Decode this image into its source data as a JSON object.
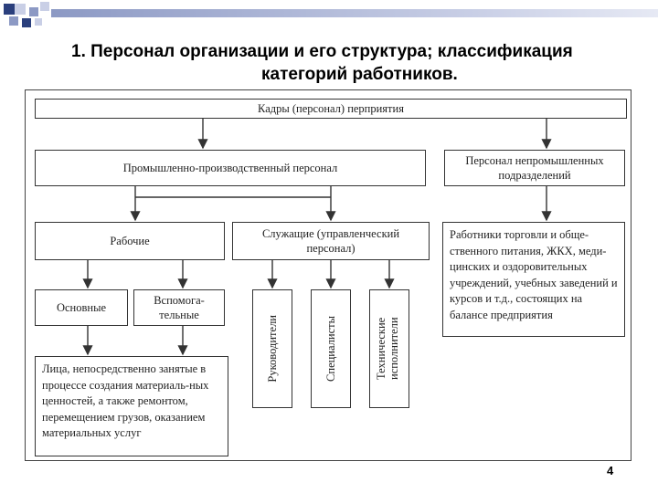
{
  "slide": {
    "title_line1": "1. Персонал организации и его структура; классификация",
    "title_line2": "категорий работников.",
    "page_number": "4"
  },
  "diagram": {
    "root": "Кадры (персонал) перприятия",
    "industrial": "Промышленно-производственный персонал",
    "nonindustrial": "Персонал непромышленных подразделений",
    "workers": "Рабочие",
    "employees": "Служащие (управленческий персонал)",
    "main_workers": "Основные",
    "aux_workers": "Вспомога-тельные",
    "managers": "Руководители",
    "specialists": "Специалисты",
    "tech_executors": "Технические исполнители",
    "workers_desc": "Лица, непосредственно занятые в процессе создания материаль-ных ценностей, а также ремонтом, перемещением грузов, оказанием материальных услуг",
    "nonindustrial_desc": "Работники торговли и обще-ственного питания, ЖКХ, меди-цинских и оздоровительных учреждений, учебных заведений и курсов и т.д., состоящих на балансе предприятия"
  },
  "colors": {
    "deco_dark": "#2a3f7d",
    "deco_mid": "#8c99c4",
    "deco_light": "#c9cfe6"
  }
}
